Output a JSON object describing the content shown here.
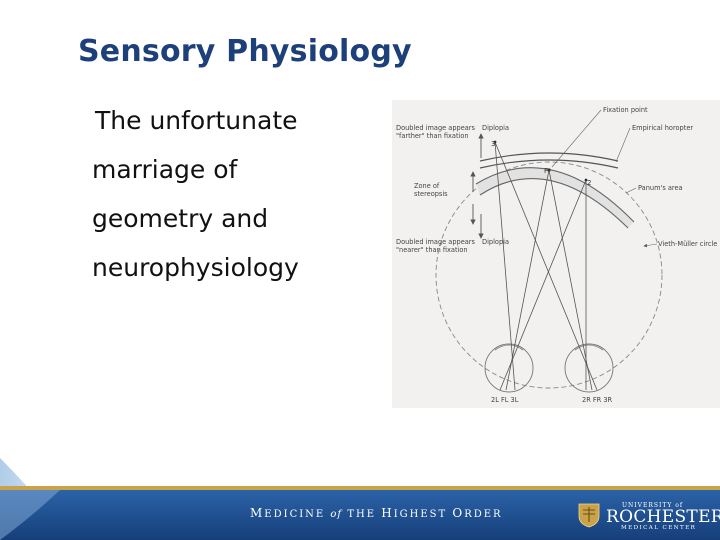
{
  "slide": {
    "title": "Sensory Physiology",
    "body_lines": [
      "The unfortunate",
      "marriage of",
      "geometry and",
      "neurophysiology"
    ]
  },
  "figure": {
    "labels": {
      "fixation_point": "Fixation point",
      "empirical_horopter": "Empirical horopter",
      "panums_area": "Panum's area",
      "vieth_muller_circle": "Vieth-Müller circle",
      "zone_of_stereopsis_line1": "Zone of",
      "zone_of_stereopsis_line2": "stereopsis",
      "doubled_farther_line1": "Doubled image appears",
      "doubled_farther_line2": "\"farther\" than fixation",
      "doubled_nearer_line1": "Doubled image appears",
      "doubled_nearer_line2": "\"nearer\" than fixation",
      "diplopia_top": "Diplopia",
      "diplopia_bottom": "Diplopia",
      "point_3": "3",
      "point_f": "F",
      "point_2": "2",
      "left_retina": "2L FL 3L",
      "right_retina": "2R FR 3R"
    }
  },
  "footer": {
    "tagline_m": "M",
    "tagline_edicine": "EDICINE",
    "tagline_of": "of",
    "tagline_the": "THE",
    "tagline_h": "H",
    "tagline_ighest": "IGHEST",
    "tagline_o": "O",
    "tagline_rder": "RDER",
    "logo_university": "UNIVERSITY of",
    "logo_rochester": "ROCHESTER",
    "logo_medical_center": "MEDICAL CENTER"
  },
  "colors": {
    "title": "#1d3f7a",
    "footer_band": "#1b4a8c",
    "footer_gold": "#c9a24a"
  }
}
